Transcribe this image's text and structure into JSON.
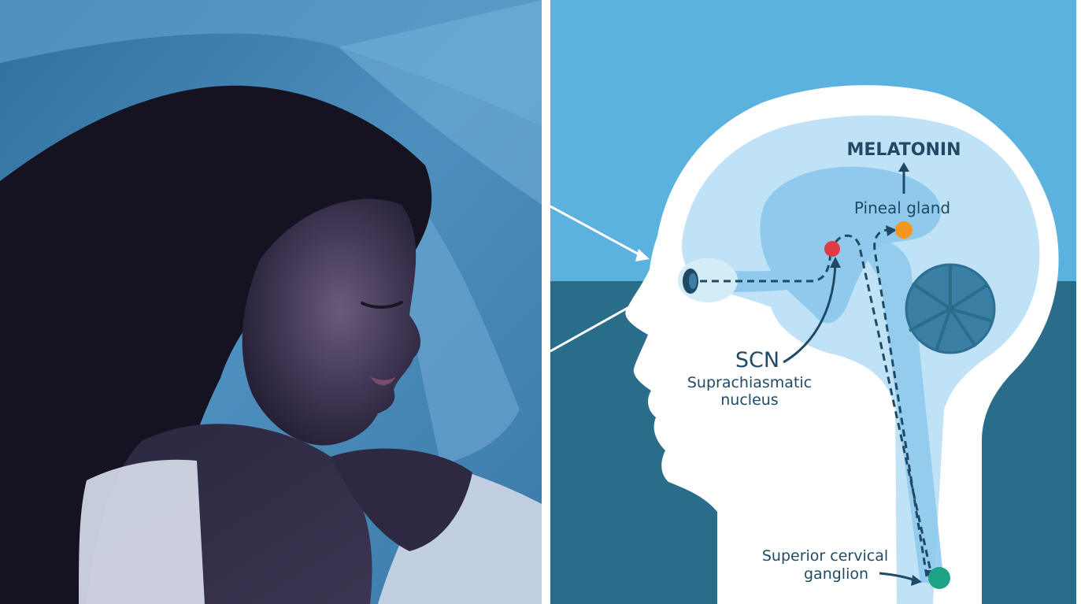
{
  "photo": {
    "icon": "sleeping-woman-photo"
  },
  "diagram": {
    "colors": {
      "sky": "#5bb2df",
      "ground": "#2a6d8a",
      "head": "#ffffff",
      "brain": "#bfe2f6",
      "brain_dark": "#8fcaed",
      "text": "#1f4a66",
      "scn_dot": "#e03b45",
      "pineal_dot": "#f5961e",
      "ganglion_dot": "#1fa386"
    },
    "labels": {
      "melatonin": "MELATONIN",
      "pineal_gland": "Pineal gland",
      "scn": "SCN",
      "scn_full_line1": "Suprachiasmatic",
      "scn_full_line2": "nucleus",
      "ganglion_line1": "Superior cervical",
      "ganglion_line2": "ganglion"
    }
  }
}
